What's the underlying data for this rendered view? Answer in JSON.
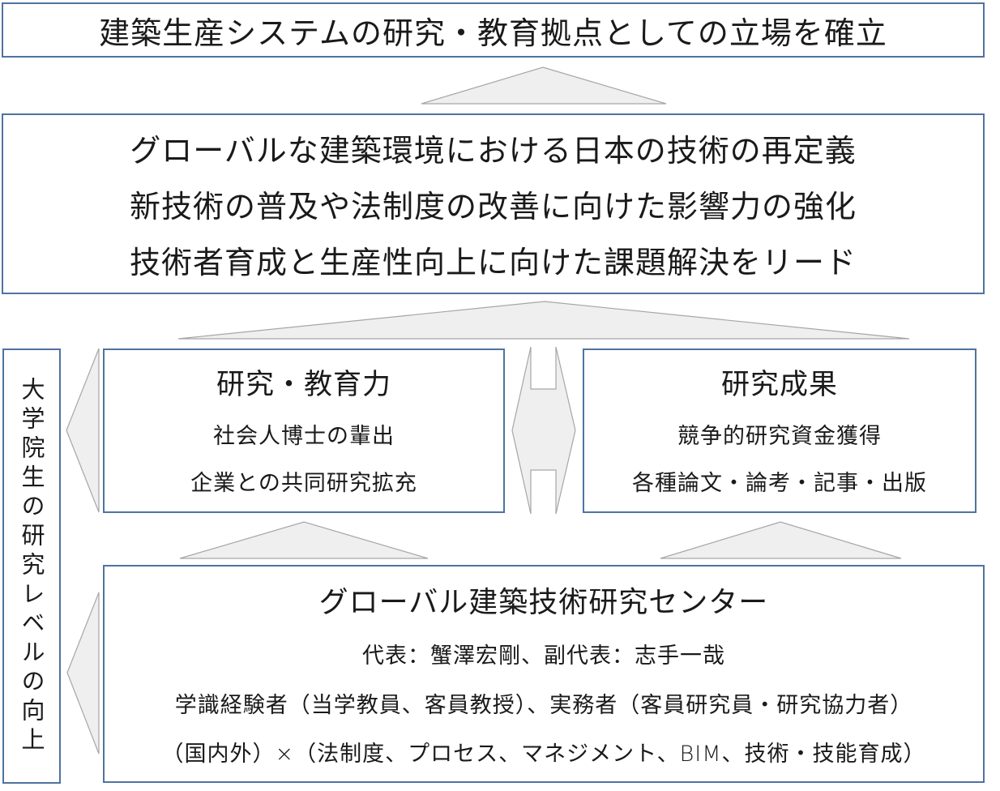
{
  "colors": {
    "box_border": "#4f73a0",
    "arrow_fill": "#efefef",
    "arrow_stroke": "#a6a6a6",
    "text": "#1a1a1a"
  },
  "goal": {
    "text": "建築生産システムの研究・教育拠点としての立場を確立"
  },
  "mission": {
    "lines": [
      "グローバルな建築環境における日本の技術の再定義",
      "新技術の普及や法制度の改善に向けた影響力の強化",
      "技術者育成と生産性向上に向けた課題解決をリード"
    ]
  },
  "graduate": {
    "text": "大学院生の研究レベルの向上"
  },
  "education": {
    "title": "研究・教育力",
    "items": [
      "社会人博士の輩出",
      "企業との共同研究拡充"
    ]
  },
  "results": {
    "title": "研究成果",
    "items": [
      "競争的研究資金獲得",
      "各種論文・論考・記事・出版"
    ]
  },
  "center": {
    "title": "グローバル建築技術研究センター",
    "lines": [
      "代表：蟹澤宏剛、副代表：志手一哉",
      "学識経験者（当学教員、客員教授）、実務者（客員研究員・研究協力者）",
      "（国内外）×（法制度、プロセス、マネジメント、BIM、技術・技能育成）"
    ]
  },
  "arrows": {
    "up_to_goal": "up-arrow",
    "up_to_mission": "wide-up-arrow",
    "bidirectional": "double-arrow",
    "left_from_edu": "left-arrow",
    "left_from_center": "left-arrow",
    "up_to_edu": "up-arrow",
    "up_to_results": "up-arrow"
  }
}
